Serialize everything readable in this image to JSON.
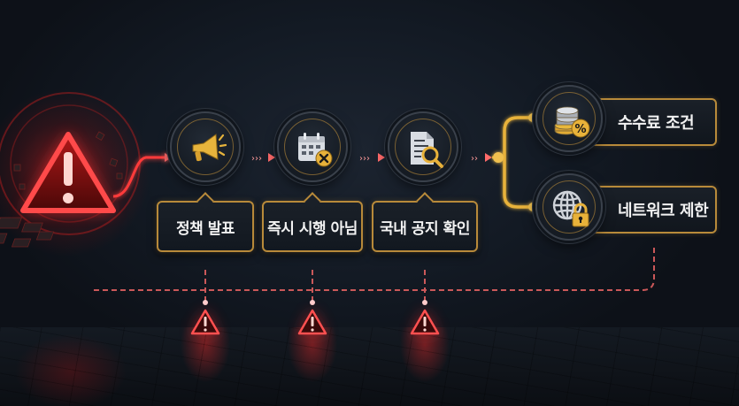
{
  "diagram": {
    "type": "process-flow",
    "start": {
      "name": "warning",
      "icon": "warning-triangle-icon",
      "color": "#e8282a"
    },
    "steps": [
      {
        "id": "step-1",
        "label": "정책 발표",
        "icon": "megaphone-icon"
      },
      {
        "id": "step-2",
        "label": "즉시 시행 아님",
        "icon": "calendar-cancel-icon"
      },
      {
        "id": "step-3",
        "label": "국내 공지 확인",
        "icon": "document-search-icon"
      }
    ],
    "branches": [
      {
        "id": "branch-1",
        "label": "수수료 조건",
        "icon": "coins-percent-icon"
      },
      {
        "id": "branch-2",
        "label": "네트워크 제한",
        "icon": "globe-lock-icon"
      }
    ],
    "feedback_markers": [
      {
        "icon": "warning-triangle-icon",
        "under": "step-1"
      },
      {
        "icon": "warning-triangle-icon",
        "under": "step-2"
      },
      {
        "icon": "warning-triangle-icon",
        "under": "step-3"
      }
    ],
    "colors": {
      "background": "#131a24",
      "accent_red": "#ff3b3b",
      "accent_gold": "#e8b23a",
      "box_border": "#b88a3a",
      "text": "#f2f2f2"
    }
  }
}
